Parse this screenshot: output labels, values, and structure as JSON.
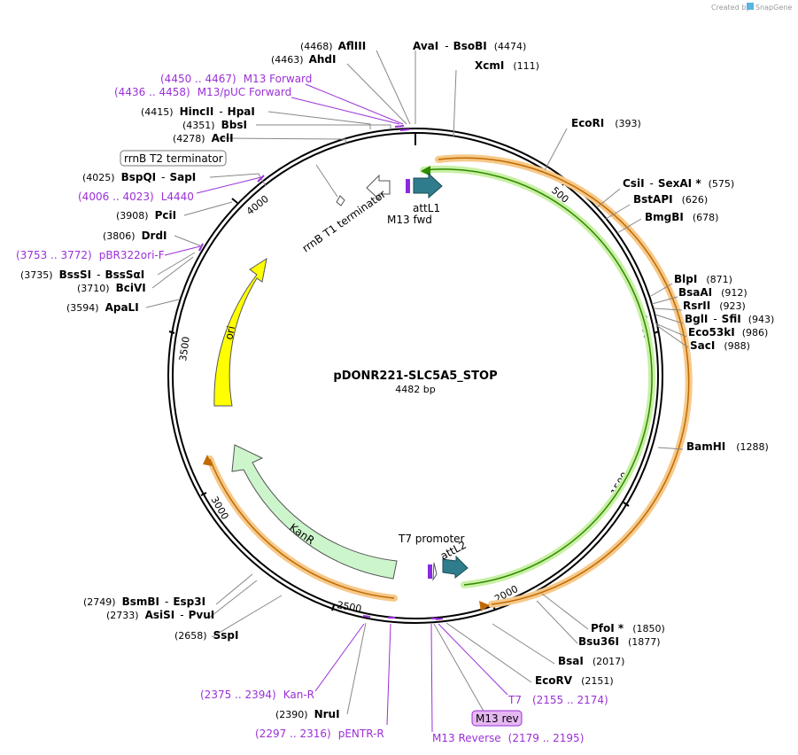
{
  "brand": {
    "prefix": "Created by",
    "name": "SnapGene"
  },
  "map": {
    "name": "pDONR221-SLC5A5_STOP",
    "length": "4482 bp",
    "ticks": [
      "500",
      "1000",
      "1500",
      "2000",
      "2500",
      "3000",
      "3500",
      "4000"
    ]
  },
  "features": {
    "ori": "ori",
    "kanr": "KanR",
    "rrnb_t1": "rrnB T1 terminator",
    "rrnb_t2": "rrnB T2 terminator",
    "attl1": "attL1",
    "attl2": "attL2",
    "m13fwd": "M13 fwd",
    "t7promoter": "T7 promoter",
    "m13rev": "M13 rev"
  },
  "sites": {
    "aflIII": {
      "pos": "(4468)",
      "name": "AflIII"
    },
    "ahdI": {
      "pos": "(4463)",
      "name": "AhdI"
    },
    "avaI": {
      "name": "AvaI",
      "sep": "-",
      "name2": "BsoBI",
      "pos": "(4474)"
    },
    "xcmI": {
      "name": "XcmI",
      "pos": "(111)"
    },
    "hincII": {
      "pos": "(4415)",
      "name": "HincII",
      "sep": "-",
      "name2": "HpaI"
    },
    "bbsI": {
      "pos": "(4351)",
      "name": "BbsI"
    },
    "aclI": {
      "pos": "(4278)",
      "name": "AclI"
    },
    "bspQI": {
      "pos": "(4025)",
      "name": "BspQI",
      "sep": "-",
      "name2": "SapI"
    },
    "pciI": {
      "pos": "(3908)",
      "name": "PciI"
    },
    "drdI": {
      "pos": "(3806)",
      "name": "DrdI"
    },
    "bssSI": {
      "pos": "(3735)",
      "name": "BssSI",
      "sep": "-",
      "name2": "BssSαI"
    },
    "bciVI": {
      "pos": "(3710)",
      "name": "BciVI"
    },
    "apaLI": {
      "pos": "(3594)",
      "name": "ApaLI"
    },
    "ecoRI": {
      "name": "EcoRI",
      "pos": "(393)"
    },
    "csiI": {
      "name": "CsiI",
      "sep": "-",
      "name2": "SexAI *",
      "pos": "(575)"
    },
    "bstAPI": {
      "name": "BstAPI",
      "pos": "(626)"
    },
    "bmgBI": {
      "name": "BmgBI",
      "pos": "(678)"
    },
    "blpI": {
      "name": "BlpI",
      "pos": "(871)"
    },
    "bsaAI": {
      "name": "BsaAI",
      "pos": "(912)"
    },
    "rsrII": {
      "name": "RsrII",
      "pos": "(923)"
    },
    "bglI": {
      "name": "BglI",
      "sep": "-",
      "name2": "SfiI",
      "pos": "(943)"
    },
    "eco53kI": {
      "name": "Eco53kI",
      "pos": "(986)"
    },
    "sacI": {
      "name": "SacI",
      "pos": "(988)"
    },
    "bamHI": {
      "name": "BamHI",
      "pos": "(1288)"
    },
    "pfoI": {
      "name": "PfoI *",
      "pos": "(1850)"
    },
    "bsu36I": {
      "name": "Bsu36I",
      "pos": "(1877)"
    },
    "bsaI": {
      "name": "BsaI",
      "pos": "(2017)"
    },
    "ecoRV": {
      "name": "EcoRV",
      "pos": "(2151)"
    },
    "bsmBI": {
      "pos": "(2749)",
      "name": "BsmBI",
      "sep": "-",
      "name2": "Esp3I"
    },
    "asiSI": {
      "pos": "(2733)",
      "name": "AsiSI",
      "sep": "-",
      "name2": "PvuI"
    },
    "sspI": {
      "pos": "(2658)",
      "name": "SspI"
    },
    "nruI": {
      "pos": "(2390)",
      "name": "NruI"
    }
  },
  "primers": {
    "m13forward": {
      "range": "(4450 .. 4467)",
      "name": "M13 Forward"
    },
    "m13puc": {
      "range": "(4436 .. 4458)",
      "name": "M13/pUC Forward"
    },
    "l4440": {
      "range": "(4006 .. 4023)",
      "name": "L4440"
    },
    "pbr322": {
      "range": "(3753 .. 3772)",
      "name": "pBR322ori-F"
    },
    "kanr": {
      "range": "(2375 .. 2394)",
      "name": "Kan-R"
    },
    "pentr": {
      "range": "(2297 .. 2316)",
      "name": "pENTR-R"
    },
    "t7": {
      "name": "T7",
      "range": "(2155 .. 2174)"
    },
    "m13reverse": {
      "name": "M13 Reverse",
      "range": "(2179 .. 2195)"
    }
  },
  "colors": {
    "primer": "#9b30d8",
    "ori": "#ffff00",
    "kanr": "#ccf5cc",
    "attl": "#2f7d8c",
    "orange": "#f0a030",
    "green": "#3a9a10"
  }
}
